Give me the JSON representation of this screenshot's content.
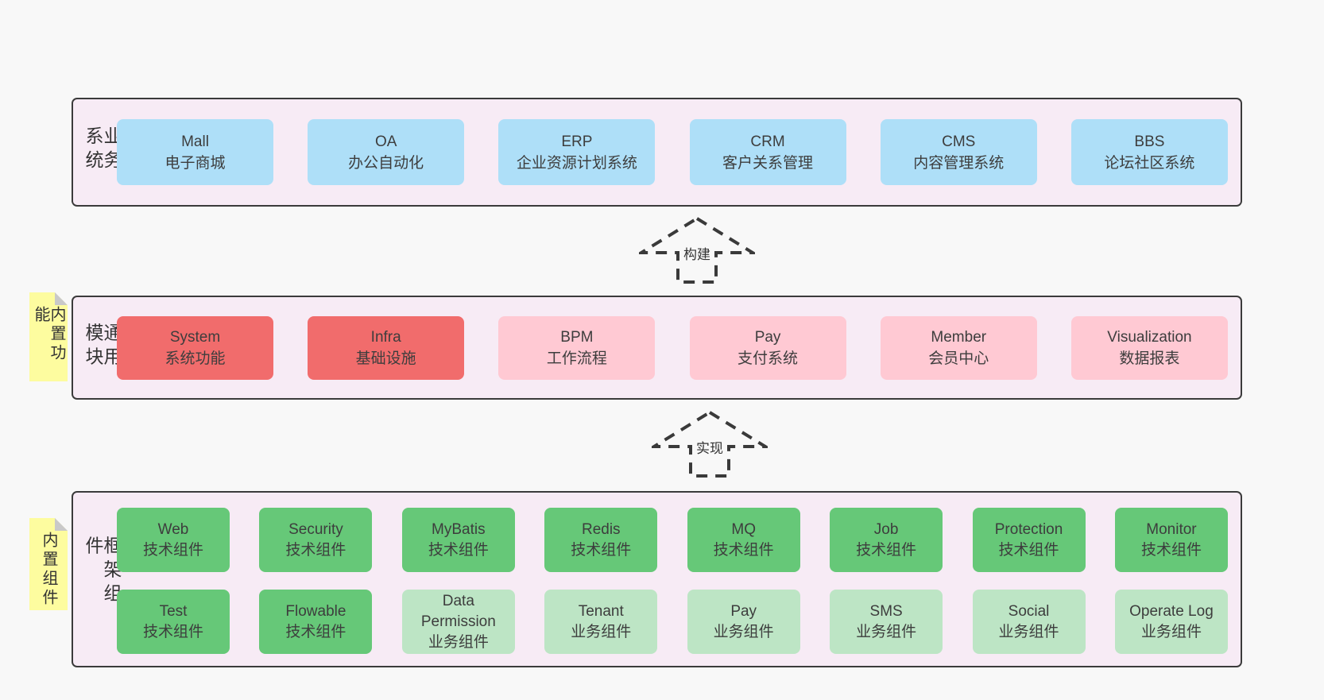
{
  "colors": {
    "page_bg": "#f8f8f8",
    "container_bg": "#f7ebf5",
    "border": "#3b3b3b",
    "blue": "#aedff8",
    "red": "#f16c6c",
    "pink": "#ffc9d3",
    "green": "#66c878",
    "light_green": "#bde5c5",
    "yellow": "#fdfc9f",
    "fold": "#c9c9c9",
    "text": "#3c3c3c"
  },
  "arrows": {
    "build": "构建",
    "implement": "实现"
  },
  "sections": {
    "business": {
      "label": "业务系统",
      "boxes": [
        {
          "name": "Mall",
          "desc": "电子商城"
        },
        {
          "name": "OA",
          "desc": "办公自动化"
        },
        {
          "name": "ERP",
          "desc": "企业资源计划系统"
        },
        {
          "name": "CRM",
          "desc": "客户关系管理"
        },
        {
          "name": "CMS",
          "desc": "内容管理系统"
        },
        {
          "name": "BBS",
          "desc": "论坛社区系统"
        }
      ]
    },
    "modules": {
      "label": "通用模块",
      "note": "内置功能",
      "boxes": [
        {
          "name": "System",
          "desc": "系统功能"
        },
        {
          "name": "Infra",
          "desc": "基础设施"
        },
        {
          "name": "BPM",
          "desc": "工作流程"
        },
        {
          "name": "Pay",
          "desc": "支付系统"
        },
        {
          "name": "Member",
          "desc": "会员中心"
        },
        {
          "name": "Visualization",
          "desc": "数据报表"
        }
      ]
    },
    "components": {
      "label": "框架组件",
      "note": "内置组件",
      "row1": [
        {
          "name": "Web",
          "desc": "技术组件"
        },
        {
          "name": "Security",
          "desc": "技术组件"
        },
        {
          "name": "MyBatis",
          "desc": "技术组件"
        },
        {
          "name": "Redis",
          "desc": "技术组件"
        },
        {
          "name": "MQ",
          "desc": "技术组件"
        },
        {
          "name": "Job",
          "desc": "技术组件"
        },
        {
          "name": "Protection",
          "desc": "技术组件"
        },
        {
          "name": "Monitor",
          "desc": "技术组件"
        }
      ],
      "row2": [
        {
          "name": "Test",
          "desc": "技术组件"
        },
        {
          "name": "Flowable",
          "desc": "技术组件"
        },
        {
          "name": "Data Permission",
          "desc": "业务组件"
        },
        {
          "name": "Tenant",
          "desc": "业务组件"
        },
        {
          "name": "Pay",
          "desc": "业务组件"
        },
        {
          "name": "SMS",
          "desc": "业务组件"
        },
        {
          "name": "Social",
          "desc": "业务组件"
        },
        {
          "name": "Operate Log",
          "desc": "业务组件"
        }
      ]
    }
  }
}
